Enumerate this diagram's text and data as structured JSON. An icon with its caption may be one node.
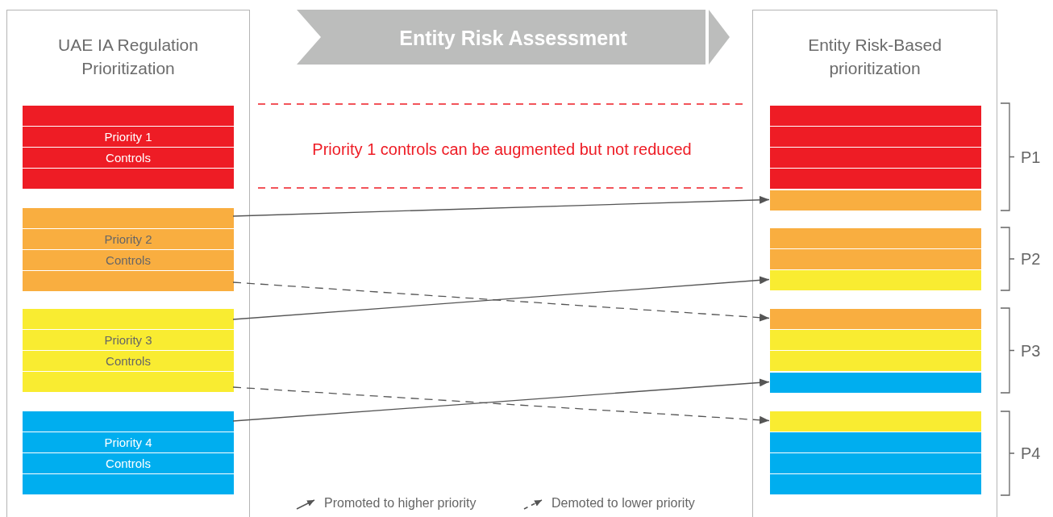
{
  "diagram": {
    "nodes": [
      {
        "text": [
          "UAE IA Regulation Prioritization"
        ]
      },
      {
        "text": [
          "Priority 1 Controls"
        ],
        "in": 0
      },
      {
        "text": [
          "Priority 2 Controls"
        ],
        "in": 0
      },
      {
        "text": [
          "Priority 3 Controls"
        ],
        "in": 0
      },
      {
        "text": [
          "Priority 4 Controls"
        ],
        "in": 0
      },
      {
        "text": [
          "Entity Risk Assessment"
        ]
      },
      {
        "text": [
          "Entity Risk-Based prioritization"
        ]
      },
      {
        "text": [],
        "shape": "bar",
        "in": 6
      },
      {
        "text": [],
        "shape": "bar",
        "in": 6
      },
      {
        "text": [],
        "shape": "bar",
        "in": 6
      },
      {
        "text": [],
        "shape": "bar",
        "in": 6
      },
      {
        "text": [],
        "shape": "bar",
        "in": 6
      },
      {
        "text": [],
        "shape": "bar",
        "in": 6
      },
      {
        "text": [],
        "shape": "bar",
        "in": 6
      },
      {
        "text": [],
        "shape": "bar",
        "in": 6
      },
      {
        "text": [],
        "shape": "bar",
        "in": 6
      },
      {
        "text": [],
        "shape": "bar",
        "in": 6
      },
      {
        "text": [],
        "shape": "bar",
        "in": 6
      },
      {
        "text": [],
        "shape": "bar",
        "in": 6
      },
      {
        "text": [],
        "shape": "bar",
        "in": 6
      },
      {
        "text": [],
        "shape": "bar",
        "in": 6
      },
      {
        "text": [],
        "shape": "bar",
        "in": 6
      },
      {
        "text": [],
        "shape": "bar",
        "in": 6
      }
    ],
    "edges": [
      {
        "from": 2,
        "to": 11,
        "arrow": "to"
      },
      {
        "from": 2,
        "to": 15,
        "arrow": "to",
        "style": "dashed"
      },
      {
        "from": 3,
        "to": 14,
        "arrow": "to"
      },
      {
        "from": 3,
        "to": 19,
        "arrow": "to",
        "style": "dashed"
      },
      {
        "from": 4,
        "to": 18,
        "arrow": "to"
      }
    ],
    "labels": [
      "Priority 1 controls can be augmented but not reduced",
      "P1",
      "P2",
      "P3",
      "P4"
    ],
    "legend": [
      {
        "text": "Promoted to higher priority"
      },
      {
        "text": "Demoted to lower priority"
      }
    ]
  }
}
